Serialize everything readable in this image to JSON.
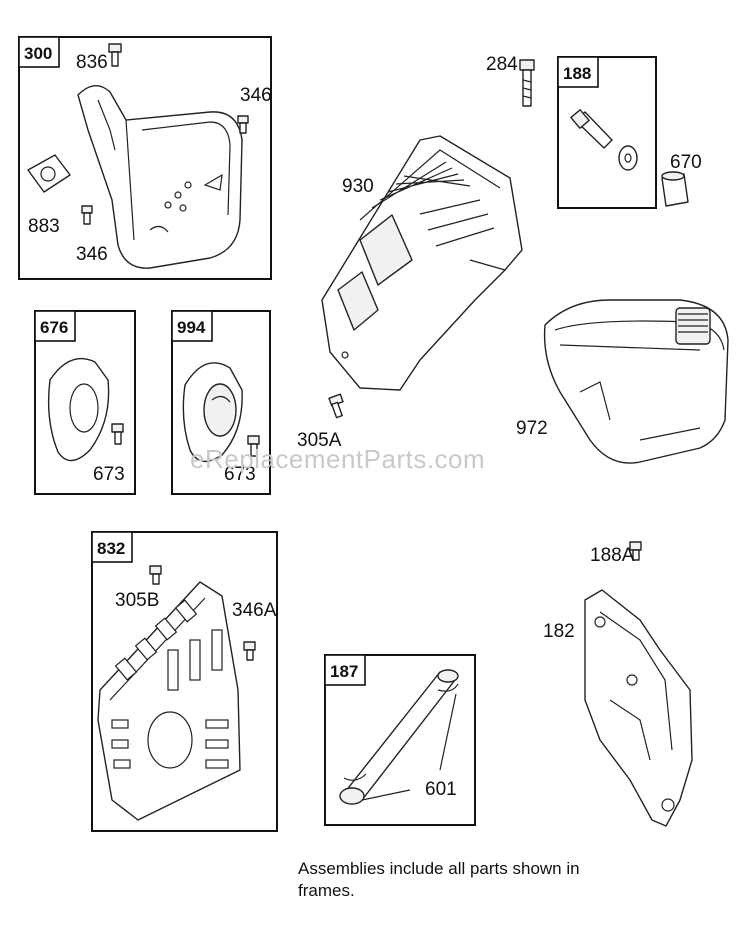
{
  "watermark": "eReplacementParts.com",
  "footnote": "Assemblies include all parts shown in frames.",
  "frames": {
    "f300": "300",
    "f676": "676",
    "f994": "994",
    "f832": "832",
    "f188": "188",
    "f187": "187"
  },
  "callouts": {
    "p836": "836",
    "p346a": "346",
    "p883": "883",
    "p346b": "346",
    "p673a": "673",
    "p673b": "673",
    "p305b": "305B",
    "p346A": "346A",
    "p601": "601",
    "p284": "284",
    "p670": "670",
    "p930": "930",
    "p305A": "305A",
    "p972": "972",
    "p188A": "188A",
    "p182": "182"
  }
}
